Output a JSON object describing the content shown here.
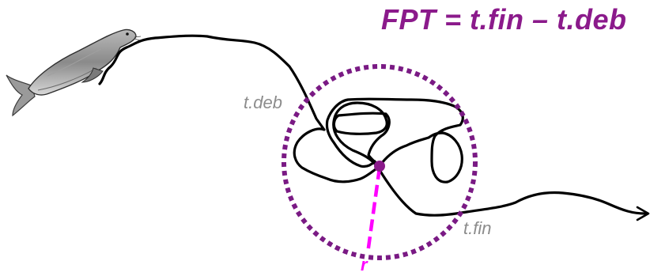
{
  "formula": "FPT = t.fin – t.deb",
  "labels": {
    "start": "t.deb",
    "end": "t.fin",
    "radius": "r"
  },
  "icons": {
    "animal": "seal-icon"
  },
  "colors": {
    "formula": "#8b1a8b",
    "circle": "#7a1a84",
    "radius": "#ff00ff",
    "point": "#8a1a8a",
    "label_gray": "#8c8c8c",
    "track": "#000000"
  }
}
